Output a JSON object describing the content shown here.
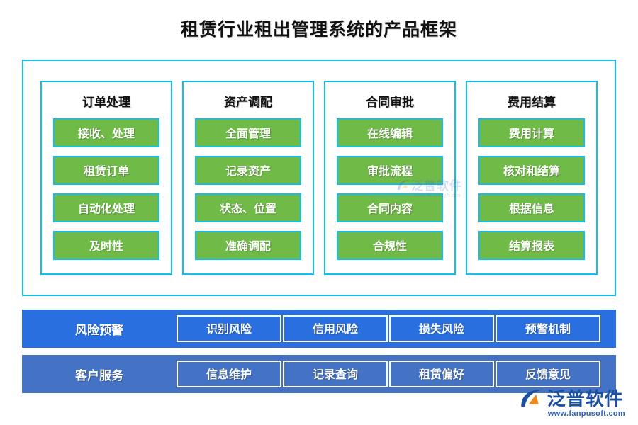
{
  "page": {
    "title": "租赁行业租出管理系统的产品框架",
    "background_color": "#ffffff",
    "accent_border_color": "#12bdf0",
    "green_color": "#70bb47",
    "band_risk_color": "#2a6fe0",
    "band_service_color": "#4472c4"
  },
  "framework": {
    "columns": [
      {
        "title": "订单处理",
        "items": [
          "接收、处理",
          "租赁订单",
          "自动化处理",
          "及时性"
        ]
      },
      {
        "title": "资产调配",
        "items": [
          "全面管理",
          "记录资产",
          "状态、位置",
          "准确调配"
        ]
      },
      {
        "title": "合同审批",
        "items": [
          "在线编辑",
          "审批流程",
          "合同内容",
          "合规性"
        ]
      },
      {
        "title": "费用结算",
        "items": [
          "费用计算",
          "核对和结算",
          "根据信息",
          "结算报表"
        ]
      }
    ]
  },
  "bands": [
    {
      "label": "风险预警",
      "color": "#2a6fe0",
      "items": [
        "识别风险",
        "信用风险",
        "损失风险",
        "预警机制"
      ]
    },
    {
      "label": "客户服务",
      "color": "#4472c4",
      "items": [
        "信息维护",
        "记录查询",
        "租赁偏好",
        "反馈意见"
      ]
    }
  ],
  "watermark": {
    "text": "泛普软件",
    "url": "www.fanpusoft.com"
  },
  "brand": {
    "name": "泛普软件",
    "url": "www.fanpusoft.com"
  }
}
